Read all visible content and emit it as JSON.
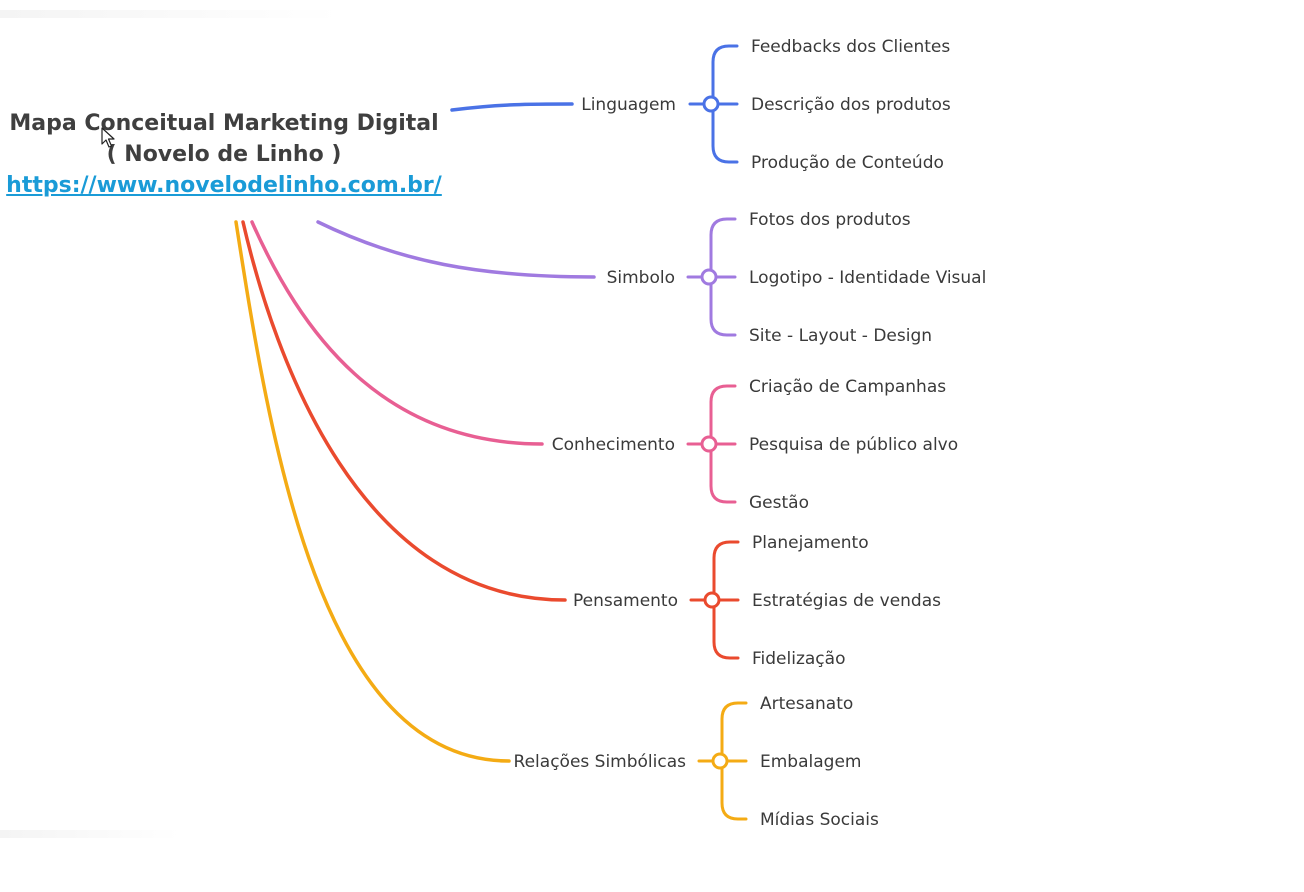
{
  "root": {
    "title_line1": "Mapa Conceitual Marketing Digital",
    "title_line2": "( Novelo de Linho )",
    "link": "https://www.novelodelinho.com.br/"
  },
  "branches": [
    {
      "label": "Linguagem",
      "color": "#4a72e6",
      "children": [
        "Feedbacks dos Clientes",
        "Descrição dos produtos",
        "Produção de Conteúdo"
      ]
    },
    {
      "label": "Simbolo",
      "color": "#a07ae0",
      "children": [
        "Fotos dos produtos",
        "Logotipo - Identidade Visual",
        "Site - Layout - Design"
      ]
    },
    {
      "label": "Conhecimento",
      "color": "#e85f93",
      "children": [
        "Criação de Campanhas",
        "Pesquisa de público alvo",
        "Gestão"
      ]
    },
    {
      "label": "Pensamento",
      "color": "#ea4a2e",
      "children": [
        "Planejamento",
        "Estratégias de vendas",
        "Fidelização"
      ]
    },
    {
      "label": "Relações Simbólicas",
      "color": "#f4ab14",
      "children": [
        "Artesanato",
        "Embalagem",
        "Mídias Sociais"
      ]
    }
  ],
  "icons": {
    "cursor": "mouse-pointer-icon"
  }
}
